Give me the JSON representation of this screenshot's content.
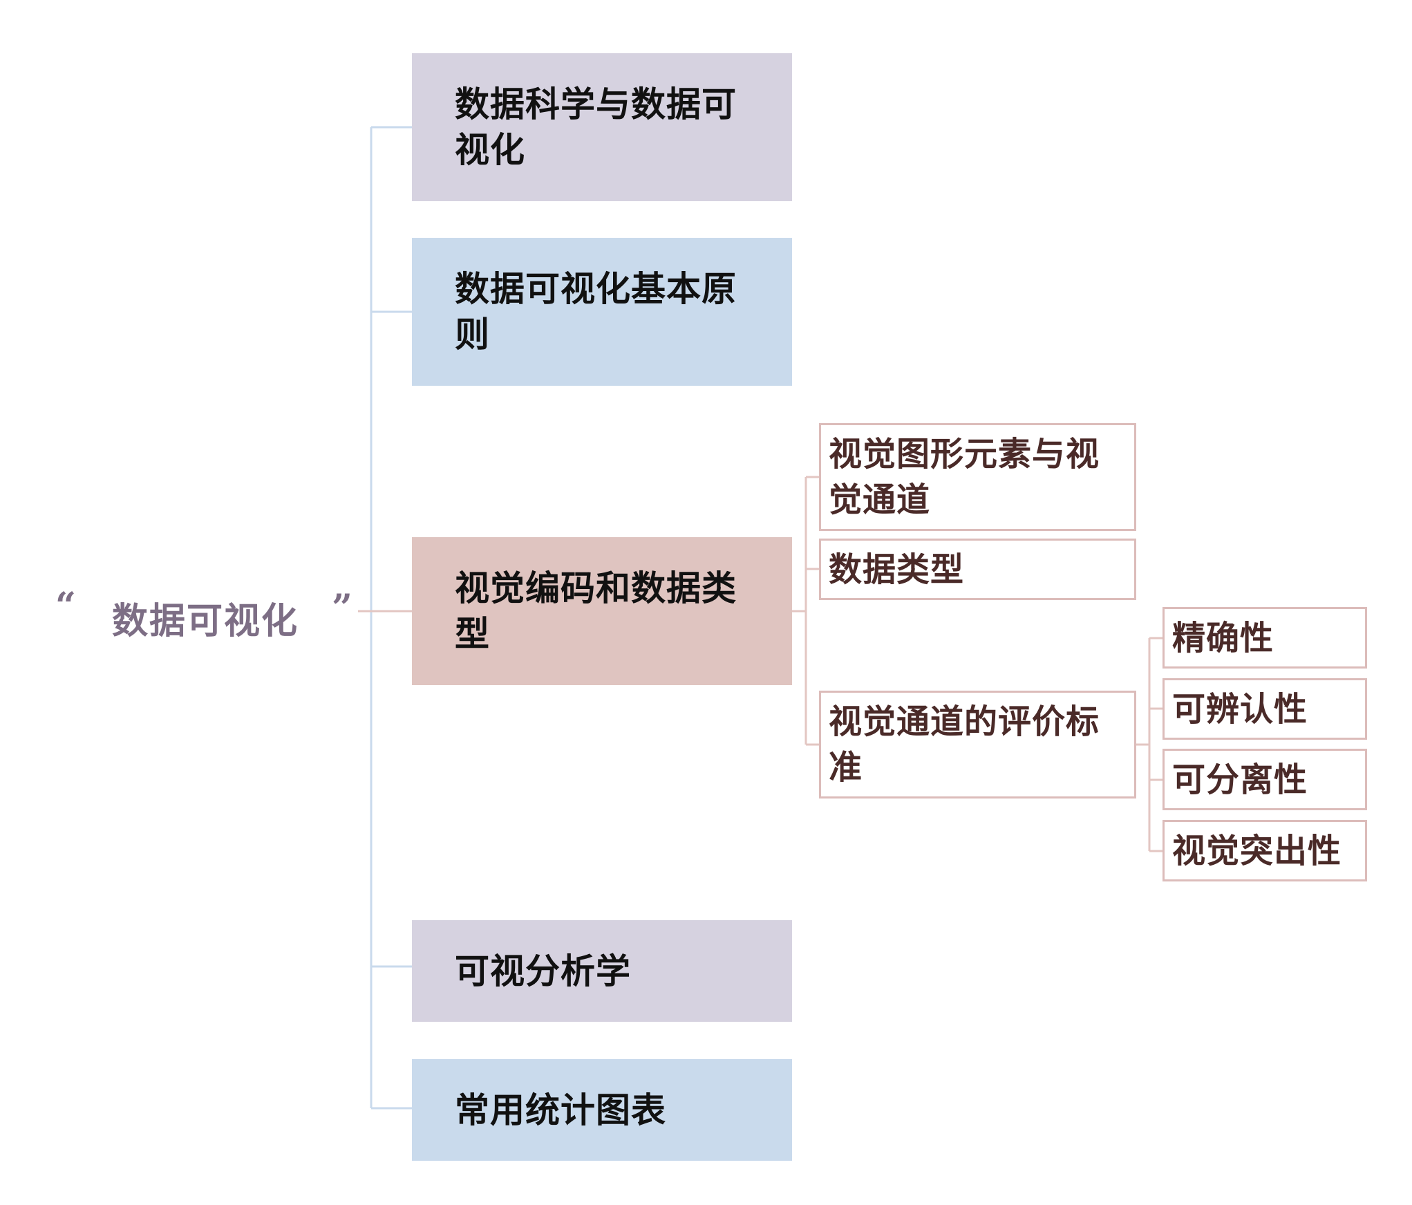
{
  "diagram": {
    "root": {
      "label": "数据可视化",
      "quote_open": "“",
      "quote_close": "”"
    },
    "branches": [
      {
        "label": "数据科学与数据可视化",
        "color": "#d6d2e0"
      },
      {
        "label": "数据可视化基本原则",
        "color": "#c9daec"
      },
      {
        "label": "视觉编码和数据类型",
        "color": "#dfc4c0",
        "children": [
          {
            "label": "视觉图形元素与视觉通道"
          },
          {
            "label": "数据类型"
          },
          {
            "label": "视觉通道的评价标准",
            "children": [
              {
                "label": "精确性"
              },
              {
                "label": "可辨认性"
              },
              {
                "label": "可分离性"
              },
              {
                "label": "视觉突出性"
              }
            ]
          }
        ]
      },
      {
        "label": "可视分析学",
        "color": "#d6d2e0"
      },
      {
        "label": "常用统计图表",
        "color": "#c9daec"
      }
    ],
    "colors": {
      "root_text": "#7d6e85",
      "trunk_line": "#c9daec",
      "branch_line_pink": "#e3c6c2",
      "leaf_border": "#dcbcba",
      "leaf_text": "#4a2a28"
    }
  }
}
